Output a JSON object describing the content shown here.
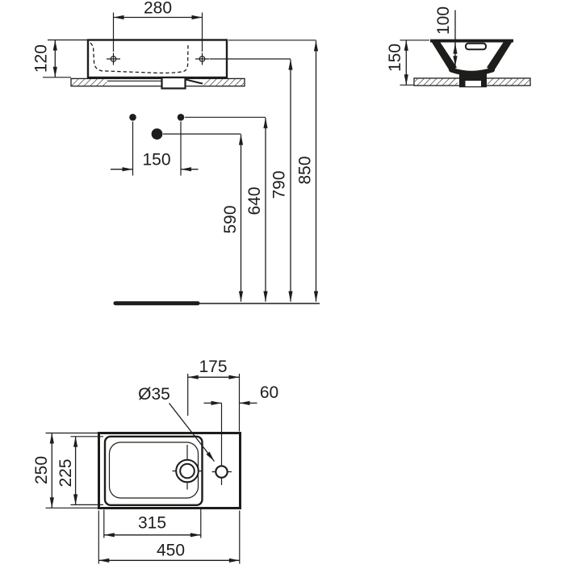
{
  "diagram": {
    "type": "technical installation drawing",
    "subject": "wall-hung handrinse washbasin, three orthographic views",
    "units": "mm",
    "line_color": "#1d1d1b",
    "background_color": "#ffffff"
  },
  "front_view": {
    "hole_spacing": "280",
    "basin_height": "120",
    "supply_spacing": "150",
    "drain_outlet_height": "590",
    "supply_height": "640",
    "fixing_hole_height": "790",
    "rim_height": "850"
  },
  "side_view": {
    "inner_depth": "100",
    "overall_height": "150"
  },
  "plan_view": {
    "drain_to_right_edge": "175",
    "tap_hole_to_edge": "60",
    "tap_hole_diameter": "Ø35",
    "overall_depth": "250",
    "bowl_depth": "225",
    "bowl_width": "315",
    "overall_width": "450"
  }
}
